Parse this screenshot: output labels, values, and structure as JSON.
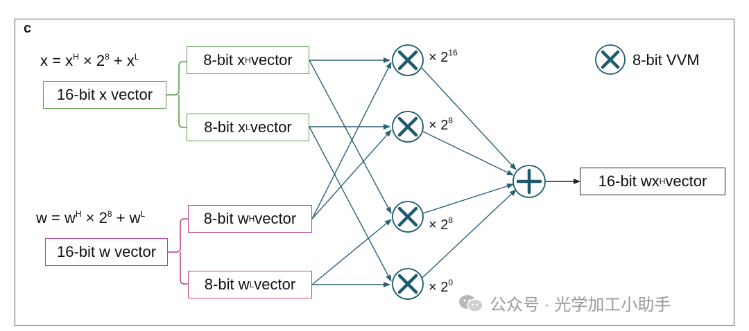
{
  "panel_letter": "c",
  "equations": {
    "x": {
      "a": "x = x",
      "a_sup": "H",
      "b": " × 2",
      "b_sup": "8",
      "c": " + x",
      "c_sup": "L"
    },
    "w": {
      "a": "w = w",
      "a_sup": "H",
      "b": " × 2",
      "b_sup": "8",
      "c": " + w",
      "c_sup": "L"
    }
  },
  "boxes": {
    "x16": "16-bit x vector",
    "w16": "16-bit w vector",
    "xH": {
      "pre": "8-bit x",
      "sup": "H",
      "post": " vector"
    },
    "xL": {
      "pre": "8-bit x",
      "sup": "L",
      "post": " vector"
    },
    "wH": {
      "pre": "8-bit w",
      "sup": "H",
      "post": " vector"
    },
    "wL": {
      "pre": "8-bit w",
      "sup": "L",
      "post": " vector"
    },
    "out": {
      "pre": "16-bit wx",
      "sup": "H",
      "post": " vector"
    }
  },
  "multipliers": [
    {
      "base": "× 2",
      "exp": "16"
    },
    {
      "base": "× 2",
      "exp": "8"
    },
    {
      "base": "× 2",
      "exp": "8"
    },
    {
      "base": "× 2",
      "exp": "0"
    }
  ],
  "legend": {
    "label": "8-bit VVM",
    "icon": "multiply-circle-icon"
  },
  "watermark": {
    "text": "公众号 · 光学加工小助手",
    "icon": "wechat-icon"
  },
  "colors": {
    "green": "#5a9a4a",
    "pink": "#c0408f",
    "teal": "#1d5a6e",
    "arrow": "#2a5f73"
  }
}
